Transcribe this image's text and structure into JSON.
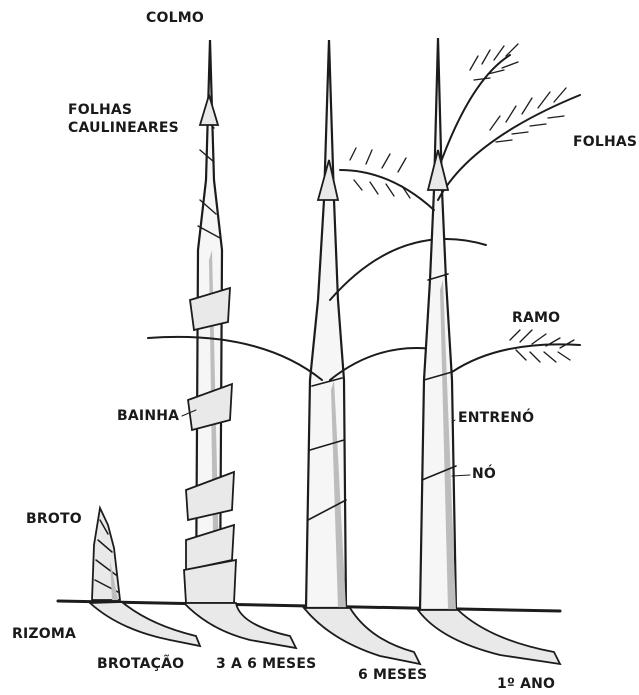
{
  "labels": {
    "colmo": "COLMO",
    "folhas_caulineares_1": "FOLHAS",
    "folhas_caulineares_2": "CAULINEARES",
    "folhas": "FOLHAS",
    "ramo": "RAMO",
    "bainha": "BAINHA",
    "entreno": "ENTRENÓ",
    "no": "NÓ",
    "broto": "BROTO",
    "rizoma": "RIZOMA"
  },
  "stages": [
    "BROTAÇÃO",
    "3 A 6 MESES",
    "6 MESES",
    "1º ANO"
  ]
}
